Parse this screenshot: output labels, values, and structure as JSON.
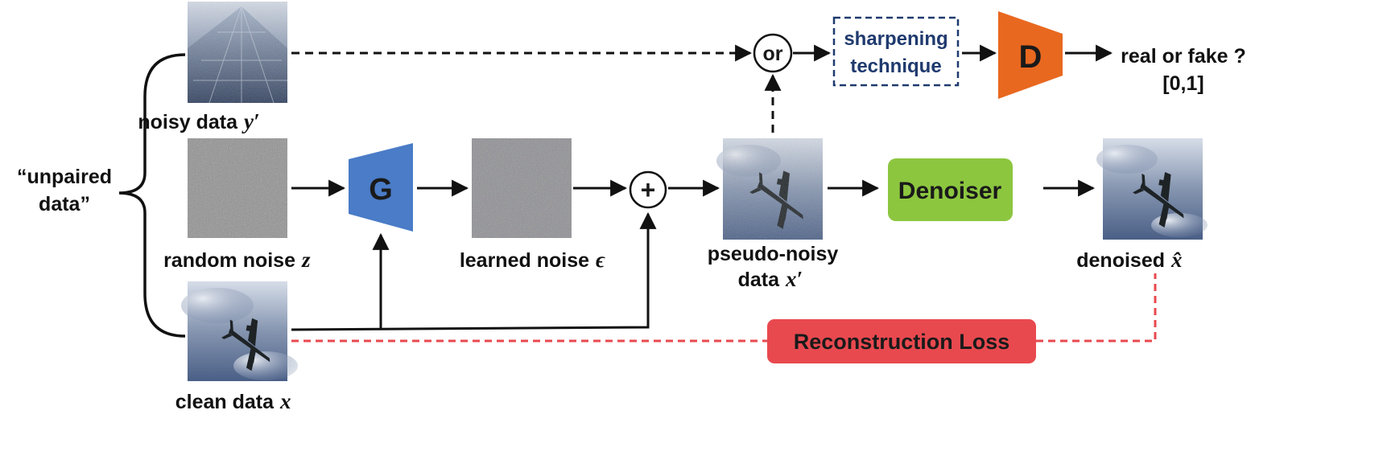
{
  "input_group": {
    "brace_label_line1": "“unpaired",
    "brace_label_line2": "data”"
  },
  "images": {
    "noisy": {
      "label": "noisy data",
      "var": "y′"
    },
    "random": {
      "label": "random noise",
      "var": "z"
    },
    "clean": {
      "label": "clean data",
      "var": "x"
    },
    "learned": {
      "label": "learned noise",
      "var": "ϵ"
    },
    "pseudo": {
      "label_line1": "pseudo-noisy",
      "label_line2": "data",
      "var": "x′"
    },
    "denoised": {
      "label": "denoised",
      "var": "x̂"
    }
  },
  "blocks": {
    "generator": "G",
    "discriminator": "D",
    "sharpening_line1": "sharpening",
    "sharpening_line2": "technique",
    "or_node": "or",
    "plus_node": "+",
    "denoiser": "Denoiser",
    "reconstruction_loss": "Reconstruction Loss"
  },
  "output": {
    "line1": "real or fake ?",
    "line2": "[0,1]"
  },
  "colors": {
    "generator": "#4a7cc7",
    "discriminator": "#e8681f",
    "denoiser": "#8cc63f",
    "reconstruction_loss": "#e8494f",
    "sharpening_border": "#1f3a6e",
    "sharpening_text": "#1f3a6e",
    "loss_dash": "#e8494f"
  }
}
